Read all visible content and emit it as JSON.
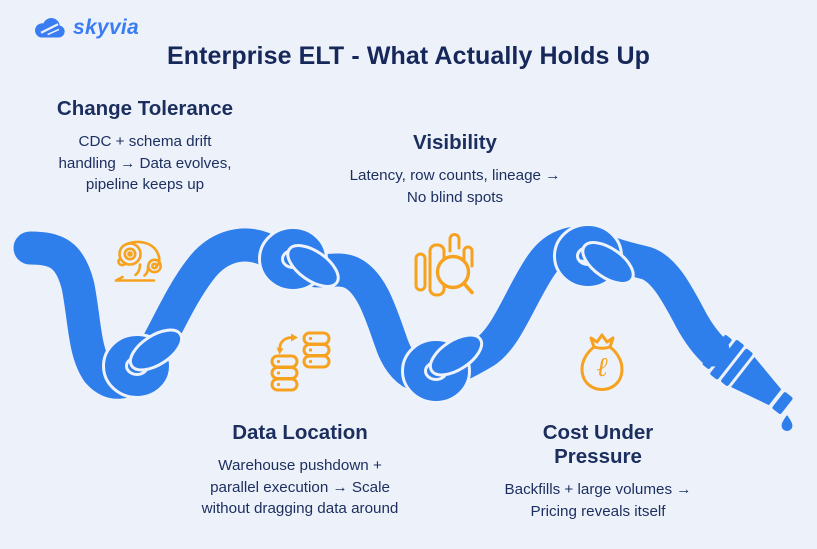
{
  "brand": {
    "name": "skyvia"
  },
  "title": "Enterprise ELT - What Actually Holds Up",
  "colors": {
    "background": "#edf1fa",
    "hose_blue": "#2e7eec",
    "accent_orange": "#f6a21e",
    "text_navy": "#16275a",
    "logo_blue": "#3a7df2"
  },
  "sections": [
    {
      "heading": "Change Tolerance",
      "body": "CDC + schema drift handling → Data evolves, pipeline keeps up",
      "icon": "chameleon-icon"
    },
    {
      "heading": "Visibility",
      "body": "Latency, row counts, lineage → No blind spots",
      "icon": "bar-chart-magnifier-icon"
    },
    {
      "heading": "Data Location",
      "body": "Warehouse pushdown + parallel execution → Scale without dragging data around",
      "icon": "database-sync-icon"
    },
    {
      "heading": "Cost Under Pressure",
      "body": "Backfills + large volumes → Pricing reveals itself",
      "icon": "money-bag-icon"
    }
  ],
  "icons": {
    "money_bag_symbol": "ℓ"
  },
  "illustration": {
    "name": "knotted-hose",
    "knot_count": 4,
    "ending": "nozzle-with-water-drop"
  }
}
